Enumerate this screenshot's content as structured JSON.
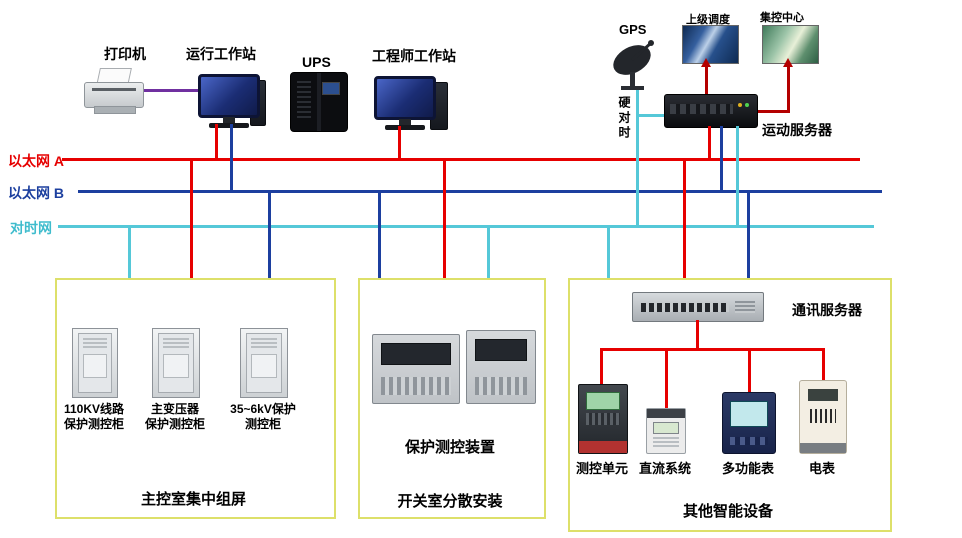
{
  "diagram": {
    "top": {
      "printer_label": "打印机",
      "operator_workstation_label": "运行工作站",
      "ups_label": "UPS",
      "engineer_workstation_label": "工程师工作站",
      "gps_label": "GPS",
      "dispatch_label": "上级调度",
      "control_center_label": "集控中心",
      "telecontrol_server_label": "运动服务器",
      "hard_time_sync_label": "硬对时"
    },
    "buses": [
      {
        "label": "以太网 A",
        "color": "#e60000"
      },
      {
        "label": "以太网 B",
        "color": "#1c3f9f"
      },
      {
        "label": "对时网",
        "color": "#55c8d8"
      }
    ],
    "left_box": {
      "cabinets": [
        {
          "label": "110KV线路\n保护测控柜"
        },
        {
          "label": "主变压器\n保护测控柜"
        },
        {
          "label": "35~6kV保护\n测控柜"
        }
      ],
      "caption": "主控室集中组屏"
    },
    "middle_box": {
      "device_label": "保护测控装置",
      "caption": "开关室分散安装"
    },
    "right_box": {
      "comm_server_label": "通讯服务器",
      "devices": [
        {
          "label": "测控单元"
        },
        {
          "label": "直流系统"
        },
        {
          "label": "多功能表"
        },
        {
          "label": "电表"
        }
      ],
      "caption": "其他智能设备"
    },
    "colors": {
      "ethernet_a": "#e60000",
      "ethernet_b": "#1c3f9f",
      "time_sync": "#55c8d8",
      "uplink": "#b40000",
      "printer_link": "#7030a0",
      "box_border": "#dde06a"
    }
  }
}
